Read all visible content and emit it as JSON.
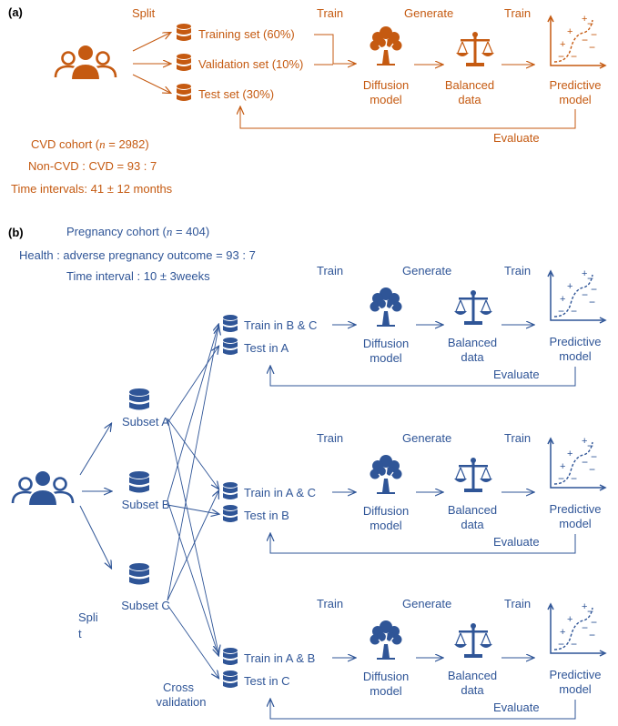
{
  "panel_a": {
    "label": "(a)",
    "split": "Split",
    "sets": [
      "Training set (60%)",
      "Validation set (10%)",
      "Test set (30%)"
    ],
    "train1": "Train",
    "generate": "Generate",
    "train2": "Train",
    "diffusion": [
      "Diffusion",
      "model"
    ],
    "balanced": [
      "Balanced",
      "data"
    ],
    "predictive": [
      "Predictive",
      "model"
    ],
    "evaluate": "Evaluate",
    "cohort": "CVD cohort (",
    "cohort_n": "n",
    "cohort_rest": " = 2982)",
    "ratio": "Non-CVD : CVD = 93 : 7",
    "interval": "Time intervals: 41 ± 12 months",
    "colors": {
      "accent": "#C55A11"
    }
  },
  "panel_b": {
    "label": "(b)",
    "cohort": "Pregnancy cohort (",
    "cohort_n": "n",
    "cohort_rest": " = 404)",
    "ratio": "Health : adverse pregnancy outcome = 93 : 7",
    "interval": "Time interval : 10 ± 3weeks",
    "subsets": [
      "Subset A",
      "Subset B",
      "Subset C"
    ],
    "split": [
      "Spli",
      "t"
    ],
    "cross": [
      "Cross",
      "validation"
    ],
    "folds": [
      {
        "train": "Train in B & C",
        "test": "Test in A"
      },
      {
        "train": "Train in A & C",
        "test": "Test in B"
      },
      {
        "train": "Train in A & B",
        "test": "Test in C"
      }
    ],
    "train1": "Train",
    "generate": "Generate",
    "train2": "Train",
    "diffusion": [
      "Diffusion",
      "model"
    ],
    "balanced": [
      "Balanced",
      "data"
    ],
    "predictive": [
      "Predictive",
      "model"
    ],
    "evaluate": "Evaluate",
    "colors": {
      "accent": "#2F5597"
    }
  },
  "icons": [
    "users-icon",
    "database-icon",
    "tree-icon",
    "scale-icon",
    "predictive-plot-icon"
  ]
}
